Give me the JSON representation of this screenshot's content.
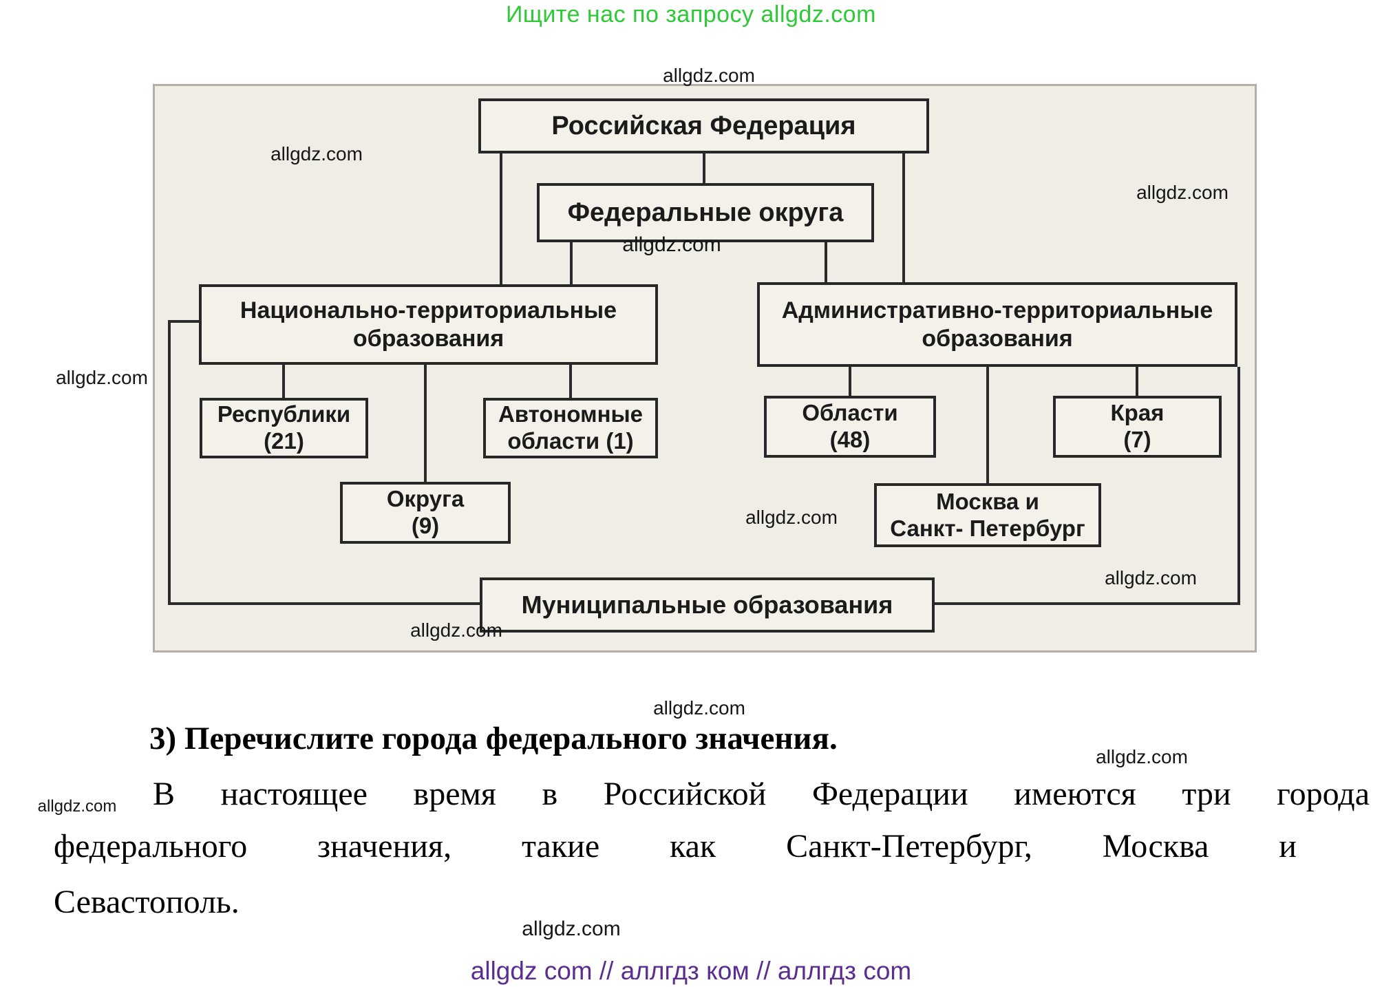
{
  "promo": {
    "text": "Ищите нас по запросу allgdz.com"
  },
  "watermark": "allgdz.com",
  "colors": {
    "promo_green": "#2dc937",
    "footer_purple": "#5c2d91",
    "panel_background": "#f0ede6",
    "node_border": "#272727"
  },
  "diagram": {
    "nodes": {
      "rf": {
        "label": "Российская Федерация"
      },
      "fo": {
        "label": "Федеральные округа"
      },
      "nat": {
        "line1": "Национально-территориальные",
        "line2": "образования"
      },
      "adm": {
        "line1": "Административно-территориальные",
        "line2": "образования"
      },
      "resp": {
        "line1": "Республики",
        "line2": "(21)"
      },
      "auto": {
        "line1": "Автономные",
        "line2": "области (1)"
      },
      "obl": {
        "line1": "Области",
        "line2": "(48)"
      },
      "krai": {
        "line1": "Края",
        "line2": "(7)"
      },
      "okr": {
        "line1": "Округа",
        "line2": "(9)"
      },
      "msk": {
        "line1": "Москва и",
        "line2": "Санкт- Петербург"
      },
      "mun": {
        "label": "Муниципальные образования"
      }
    }
  },
  "section": {
    "heading": "3) Перечислите города федерального значения.",
    "line1": "В настоящее время в Российской Федерации имеются три города",
    "line2": "федерального значения, такие как Санкт-Петербург, Москва и",
    "line3": "Севастополь."
  },
  "footer": {
    "text": "allgdz com  //  аллгдз ком  //  аллгдз com"
  }
}
